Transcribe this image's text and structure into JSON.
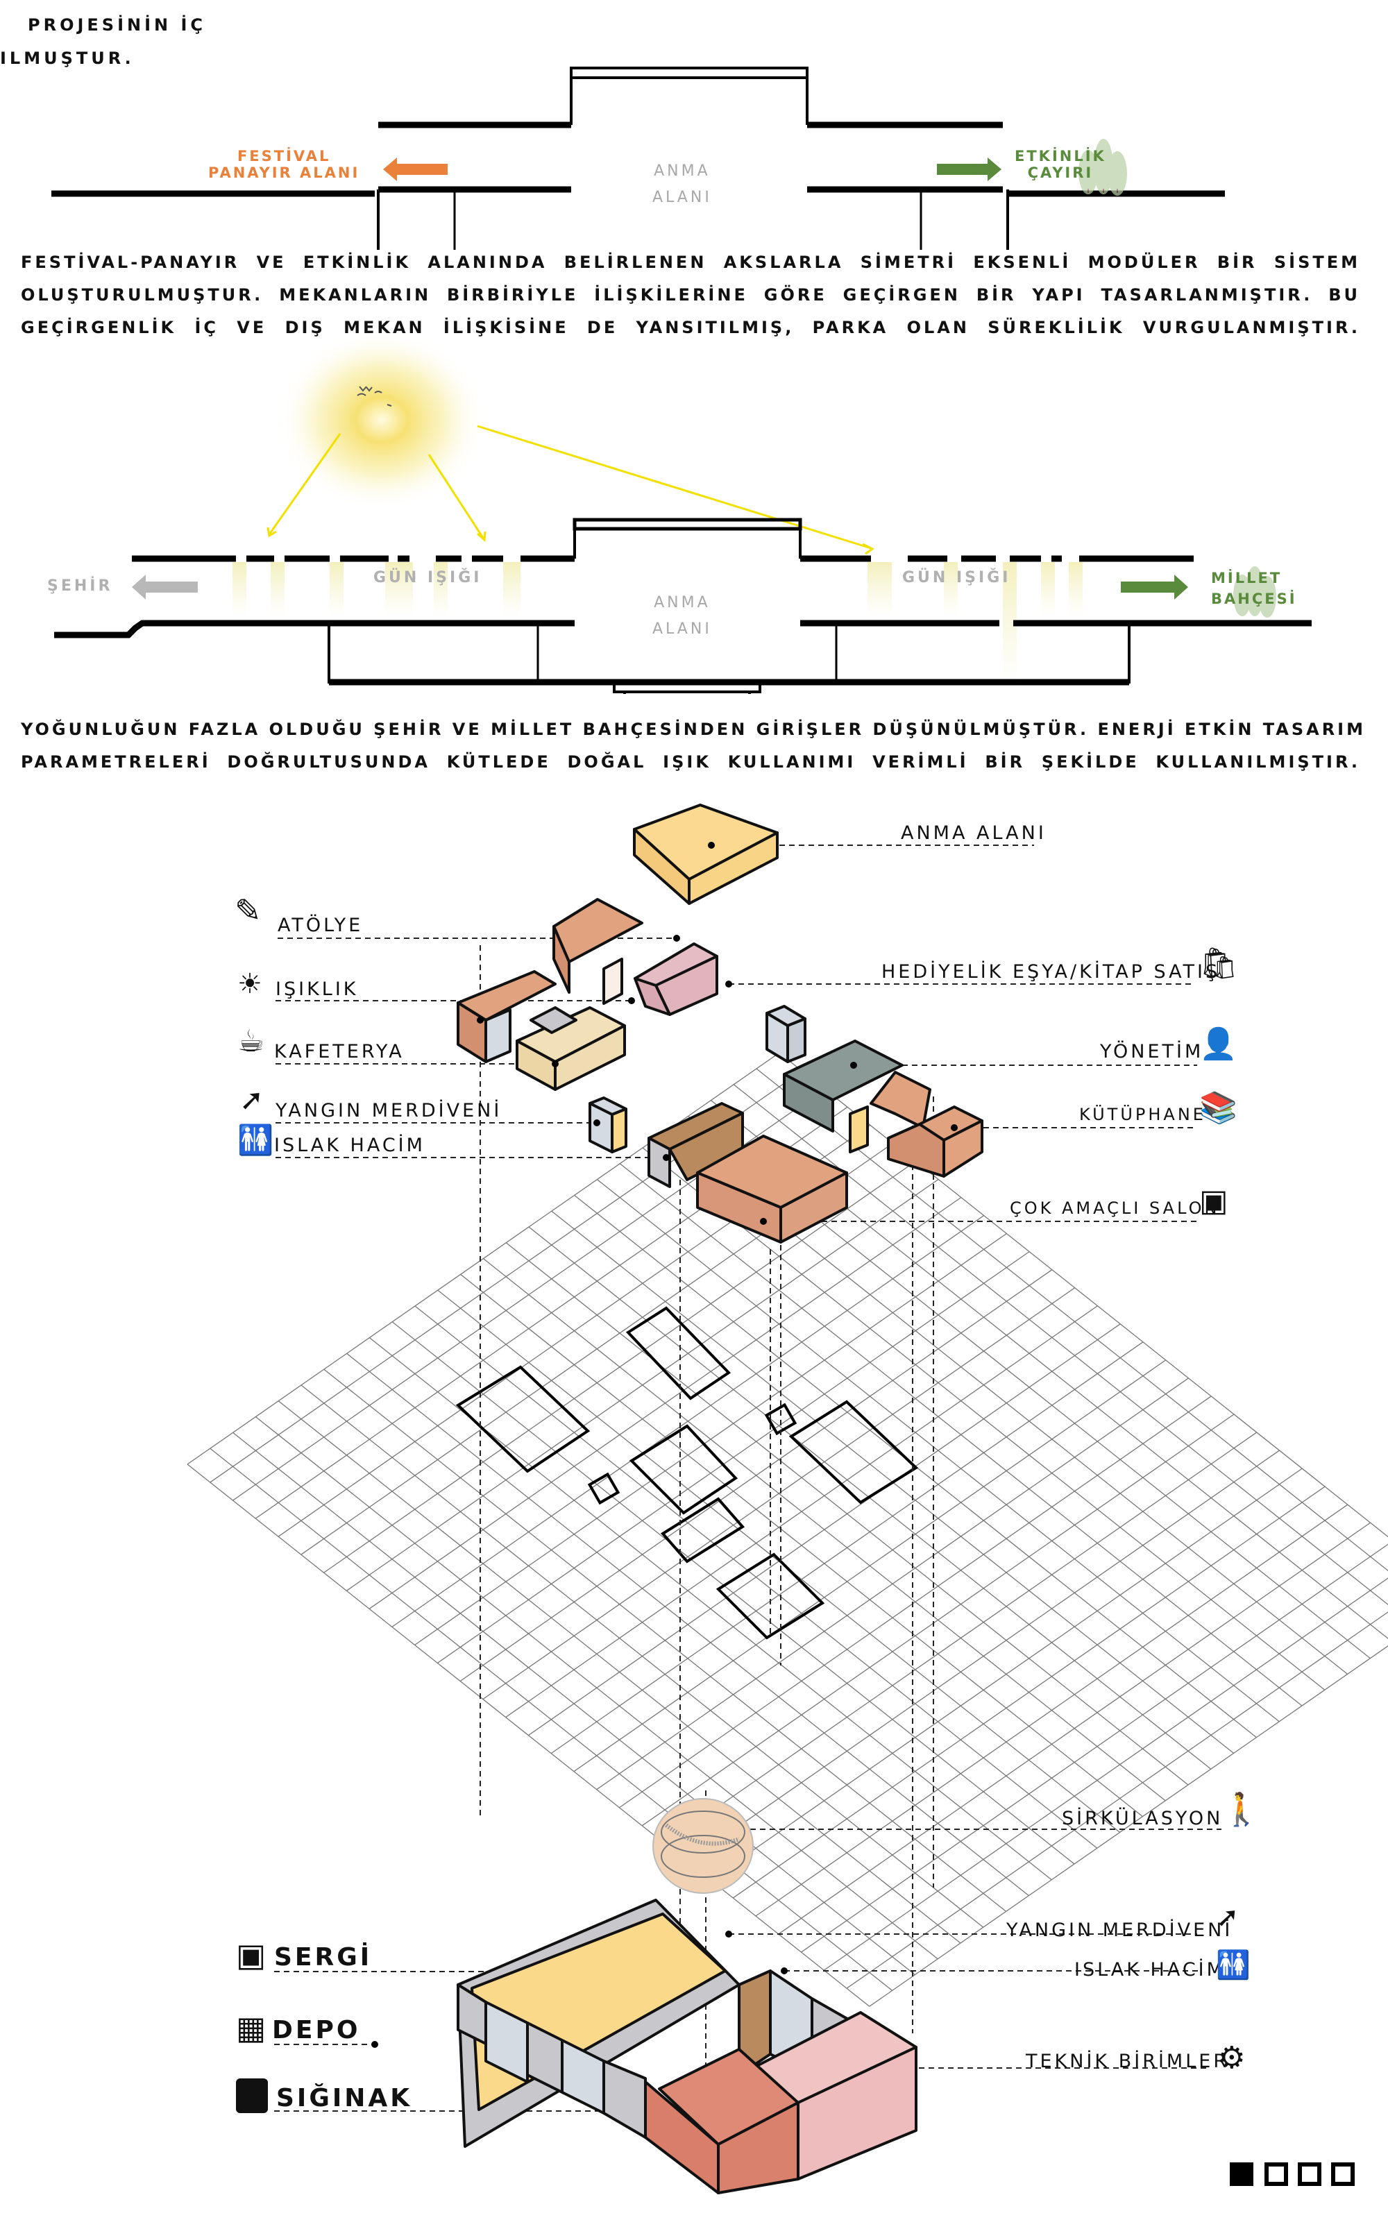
{
  "intro_fragments": {
    "line1": "PROJESİNİN   İÇ",
    "line2": "ILMUŞTUR."
  },
  "section1": {
    "left_label": "FESTİVAL PANAYIR ALANI",
    "left_label_lines": [
      "FESTİVAL",
      "PANAYIR ALANI"
    ],
    "center_label_lines": [
      "ANMA",
      "ALANI"
    ],
    "right_label_lines": [
      "ETKİNLİK",
      "ÇAYIRI"
    ],
    "colors": {
      "left_arrow": "#e9813a",
      "right_arrow": "#5a8a3c",
      "center_text": "#a8a8a8"
    }
  },
  "paragraph1": [
    "FESTİVAL-PANAYIR VE ETKİNLİK ALANINDA BELİRLENEN AKSLARLA SİMETRİ EKSENLİ MODÜLER BİR SİSTEM",
    "OLUŞTURULMUŞTUR. MEKANLARIN BİRBİRİYLE İLİŞKİLERİNE GÖRE GEÇİRGEN BİR YAPI TASARLANMIŞTIR. BU",
    "GEÇİRGENLİK İÇ VE DIŞ MEKAN İLİŞKİSİNE DE YANSITILMIŞ, PARKA OLAN SÜREKLİLİK VURGULANMIŞTIR."
  ],
  "section2": {
    "left_label": "ŞEHİR",
    "daylight_label_left": "GÜN IŞIĞI",
    "daylight_label_right": "GÜN IŞIĞI",
    "center_label_lines": [
      "ANMA",
      "ALANI"
    ],
    "right_label_lines": [
      "MİLLET",
      "BAHÇESİ"
    ],
    "colors": {
      "sun": "#f5dd4a",
      "rays": "#f1e000",
      "left_arrow": "#b8b8b8",
      "right_arrow": "#5a8a3c"
    }
  },
  "paragraph2": [
    "YOĞUNLUĞUN FAZLA OLDUĞU ŞEHİR VE MİLLET BAHÇESİNDEN GİRİŞLER DÜŞÜNÜLMÜŞTÜR. ENERJİ ETKİN TASARIM",
    "PARAMETRELERİ DOĞRULTUSUNDA KÜTLEDE DOĞAL IŞIK KULLANIMI VERİMLİ BİR ŞEKİLDE KULLANILMIŞTIR."
  ],
  "axonometric": {
    "upper_left_labels": [
      {
        "label": "ATÖLYE",
        "icon": "drafting-table-icon"
      },
      {
        "label": "IŞIKLIK",
        "icon": "sun-icon"
      },
      {
        "label": "KAFETERYA",
        "icon": "cafe-person-icon"
      },
      {
        "label": "YANGIN MERDİVENİ",
        "icon": "fire-escape-icon"
      },
      {
        "label": "ISLAK HACİM",
        "icon": "restroom-icon"
      }
    ],
    "upper_right_labels": [
      {
        "label": "ANMA ALANI",
        "icon": ""
      },
      {
        "label": "HEDİYELİK EŞYA/KİTAP SATIŞ",
        "icon": "shopping-bag-icon"
      },
      {
        "label": "YÖNETİM",
        "icon": "admin-computer-icon"
      },
      {
        "label": "KÜTÜPHANE",
        "icon": "library-icon"
      },
      {
        "label": "ÇOK AMAÇLI SALON",
        "icon": "auditorium-icon"
      }
    ],
    "lower_right_labels": [
      {
        "label": "SİRKÜLASYON",
        "icon": "walking-person-icon"
      },
      {
        "label": "YANGIN MERDİVENİ",
        "icon": "fire-escape-icon"
      },
      {
        "label": "ISLAK HACİM",
        "icon": "restroom-icon"
      },
      {
        "label": "TEKNİK BİRİMLER",
        "icon": "gear-wrench-icon"
      }
    ],
    "lower_left_labels": [
      {
        "label": "SERGİ",
        "icon": "exhibition-icon"
      },
      {
        "label": "DEPO",
        "icon": "boxes-icon"
      },
      {
        "label": "SIĞINAK",
        "icon": "shelter-icon"
      }
    ],
    "colors": {
      "anma": "#fbd990",
      "atolye": "#e0a27f",
      "kafeterya": "#f1e0b8",
      "light_grey": "#d5dbe2",
      "mid_grey": "#c8c8cc",
      "gift": "#e6bcc4",
      "yonetim": "#8b9a96",
      "brown": "#b98a5d",
      "sergi": "#fad98a",
      "siginak": "#de8a76",
      "teknik": "#f1c4c4",
      "circulation": "#f1d2b4"
    }
  },
  "pagination": {
    "total": 4,
    "current": 1
  }
}
